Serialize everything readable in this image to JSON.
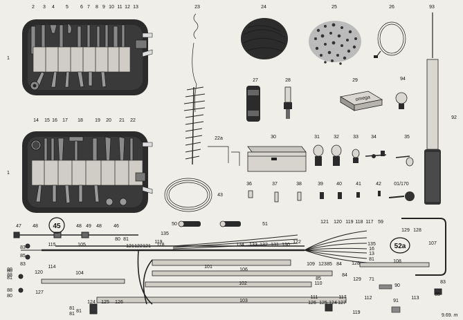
{
  "callouts": {
    "top_roll": [
      "1",
      "2",
      "3",
      "4",
      "5",
      "6",
      "7",
      "8",
      "9",
      "10",
      "11",
      "12",
      "13"
    ],
    "bottom_roll": [
      "1",
      "14",
      "15",
      "16",
      "17",
      "18",
      "19",
      "20",
      "21",
      "22"
    ],
    "center_parts": [
      "23",
      "24",
      "25",
      "26",
      "27",
      "28",
      "29",
      "30",
      "31",
      "32",
      "33",
      "34",
      "35",
      "36",
      "37",
      "38",
      "39",
      "40",
      "41",
      "42",
      "43",
      "22a",
      "01/170"
    ],
    "right_parts": [
      "93",
      "92",
      "94"
    ],
    "harness": [
      "47",
      "48",
      "48",
      "49",
      "48",
      "46",
      "50",
      "51",
      "83",
      "85",
      "83",
      "115",
      "105",
      "114",
      "80",
      "81",
      "121",
      "122",
      "121",
      "80",
      "81",
      "119",
      "118",
      "135",
      "134",
      "133",
      "132",
      "131",
      "130",
      "122",
      "121",
      "120",
      "119",
      "118",
      "117",
      "59",
      "135",
      "16",
      "13",
      "81",
      "128",
      "129",
      "128",
      "107",
      "109",
      "123",
      "85",
      "84",
      "108",
      "101",
      "106",
      "102",
      "110",
      "85",
      "84",
      "129",
      "71",
      "90",
      "112",
      "113",
      "91",
      "83",
      "85",
      "80",
      "88",
      "120",
      "104",
      "88",
      "80",
      "127",
      "103",
      "124",
      "125",
      "126",
      "126",
      "125",
      "124",
      "127",
      "81",
      "81",
      "81",
      "111",
      "117",
      "119",
      "81"
    ]
  },
  "badges": {
    "left": "45",
    "right": "52a"
  },
  "box_label": "omega",
  "footer_code": "9.69. ",
  "footer_sign": "m"
}
